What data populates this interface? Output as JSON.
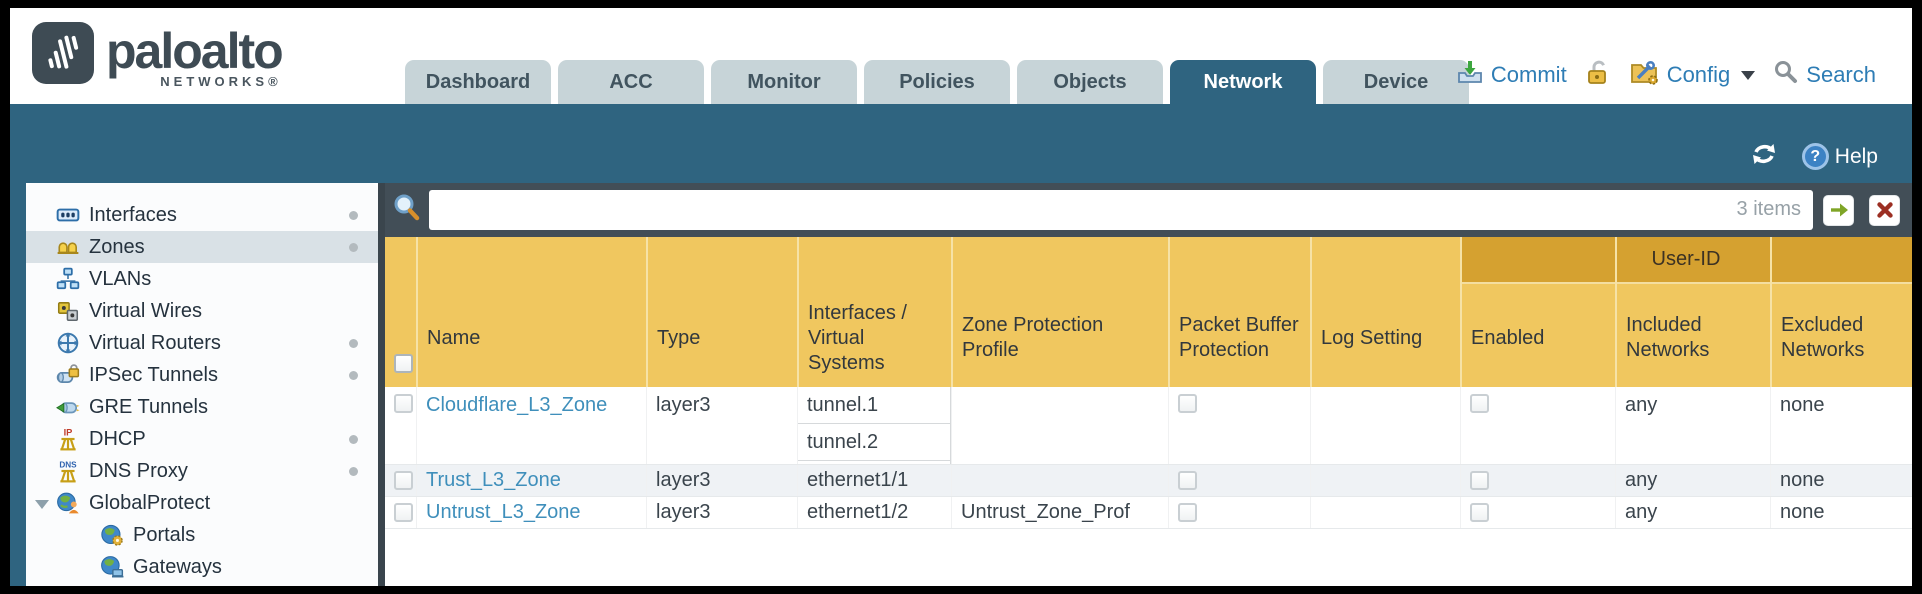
{
  "brand": {
    "name": "paloalto",
    "subtitle": "NETWORKS®"
  },
  "nav": {
    "tabs": [
      {
        "label": "Dashboard",
        "active": false
      },
      {
        "label": "ACC",
        "active": false
      },
      {
        "label": "Monitor",
        "active": false
      },
      {
        "label": "Policies",
        "active": false
      },
      {
        "label": "Objects",
        "active": false
      },
      {
        "label": "Network",
        "active": true
      },
      {
        "label": "Device",
        "active": false
      }
    ]
  },
  "utilities": {
    "commit_label": "Commit",
    "config_label": "Config",
    "search_label": "Search"
  },
  "toolbar": {
    "help_label": "Help"
  },
  "sidebar": {
    "items": [
      {
        "label": "Interfaces",
        "icon": "interfaces-icon",
        "has_dot": true,
        "selected": false
      },
      {
        "label": "Zones",
        "icon": "zones-icon",
        "has_dot": true,
        "selected": true
      },
      {
        "label": "VLANs",
        "icon": "vlans-icon",
        "has_dot": false,
        "selected": false
      },
      {
        "label": "Virtual Wires",
        "icon": "virtual-wires-icon",
        "has_dot": false,
        "selected": false
      },
      {
        "label": "Virtual Routers",
        "icon": "virtual-routers-icon",
        "has_dot": true,
        "selected": false
      },
      {
        "label": "IPSec Tunnels",
        "icon": "ipsec-tunnels-icon",
        "has_dot": true,
        "selected": false
      },
      {
        "label": "GRE Tunnels",
        "icon": "gre-tunnels-icon",
        "has_dot": false,
        "selected": false
      },
      {
        "label": "DHCP",
        "icon": "dhcp-icon",
        "has_dot": true,
        "selected": false
      },
      {
        "label": "DNS Proxy",
        "icon": "dns-proxy-icon",
        "has_dot": true,
        "selected": false
      },
      {
        "label": "GlobalProtect",
        "icon": "globalprotect-icon",
        "has_dot": false,
        "selected": false,
        "expanded": true
      },
      {
        "label": "Portals",
        "icon": "portals-icon",
        "indent": true
      },
      {
        "label": "Gateways",
        "icon": "gateways-icon",
        "indent": true
      }
    ]
  },
  "filter": {
    "value": "",
    "count": "3 items"
  },
  "table": {
    "group_header": "User-ID",
    "columns": [
      "Name",
      "Type",
      "Interfaces / Virtual Systems",
      "Zone Protection Profile",
      "Packet Buffer Protection",
      "Log Setting",
      "Enabled",
      "Included Networks",
      "Excluded Networks"
    ],
    "rows": [
      {
        "name": "Cloudflare_L3_Zone",
        "type": "layer3",
        "interfaces": [
          "tunnel.1",
          "tunnel.2"
        ],
        "zone_protection_profile": "",
        "packet_buffer_protection": "unchecked",
        "log_setting": "",
        "user_id_enabled": "unchecked",
        "included_networks": "any",
        "excluded_networks": "none"
      },
      {
        "name": "Trust_L3_Zone",
        "type": "layer3",
        "interfaces": [
          "ethernet1/1"
        ],
        "zone_protection_profile": "",
        "packet_buffer_protection": "unchecked",
        "log_setting": "",
        "user_id_enabled": "unchecked",
        "included_networks": "any",
        "excluded_networks": "none"
      },
      {
        "name": "Untrust_L3_Zone",
        "type": "layer3",
        "interfaces": [
          "ethernet1/2"
        ],
        "zone_protection_profile": "Untrust_Zone_Prof",
        "packet_buffer_protection": "unchecked",
        "log_setting": "",
        "user_id_enabled": "unchecked",
        "included_networks": "any",
        "excluded_networks": "none"
      }
    ]
  },
  "colors": {
    "teal": "#2f6480",
    "header_gold": "#f0c75f",
    "group_gold": "#d5a130",
    "filter_bar": "#424e57",
    "link": "#3f8fbb"
  }
}
